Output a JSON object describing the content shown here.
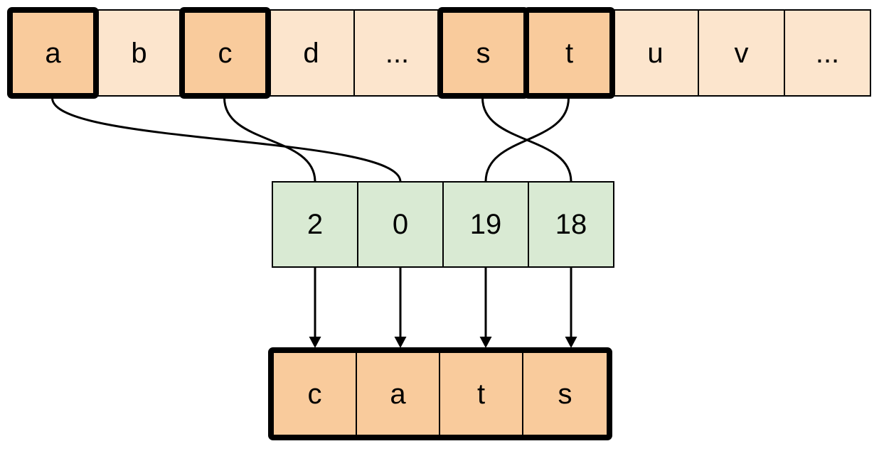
{
  "diagram": {
    "alphabet_row": {
      "cells": [
        {
          "label": "a",
          "highlighted": true
        },
        {
          "label": "b",
          "highlighted": false
        },
        {
          "label": "c",
          "highlighted": true
        },
        {
          "label": "d",
          "highlighted": false
        },
        {
          "label": "...",
          "highlighted": false
        },
        {
          "label": "s",
          "highlighted": true
        },
        {
          "label": "t",
          "highlighted": true
        },
        {
          "label": "u",
          "highlighted": false
        },
        {
          "label": "v",
          "highlighted": false
        },
        {
          "label": "...",
          "highlighted": false
        }
      ]
    },
    "index_row": {
      "cells": [
        {
          "label": "2"
        },
        {
          "label": "0"
        },
        {
          "label": "19"
        },
        {
          "label": "18"
        }
      ]
    },
    "output_row": {
      "cells": [
        {
          "label": "c"
        },
        {
          "label": "a"
        },
        {
          "label": "t"
        },
        {
          "label": "s"
        }
      ]
    },
    "connections": [
      {
        "from_letter": "a",
        "to_index": "0"
      },
      {
        "from_letter": "c",
        "to_index": "2"
      },
      {
        "from_letter": "s",
        "to_index": "18"
      },
      {
        "from_letter": "t",
        "to_index": "19"
      }
    ],
    "arrows": [
      {
        "from_index": "2",
        "to_letter": "c"
      },
      {
        "from_index": "0",
        "to_letter": "a"
      },
      {
        "from_index": "19",
        "to_letter": "t"
      },
      {
        "from_index": "18",
        "to_letter": "s"
      }
    ],
    "colors": {
      "light_fill": "#fce5cd",
      "highlight_fill": "#f9cb9c",
      "index_fill": "#d9ead3",
      "output_fill": "#f9cb9c",
      "line": "#000000",
      "background": "#ffffff"
    }
  }
}
